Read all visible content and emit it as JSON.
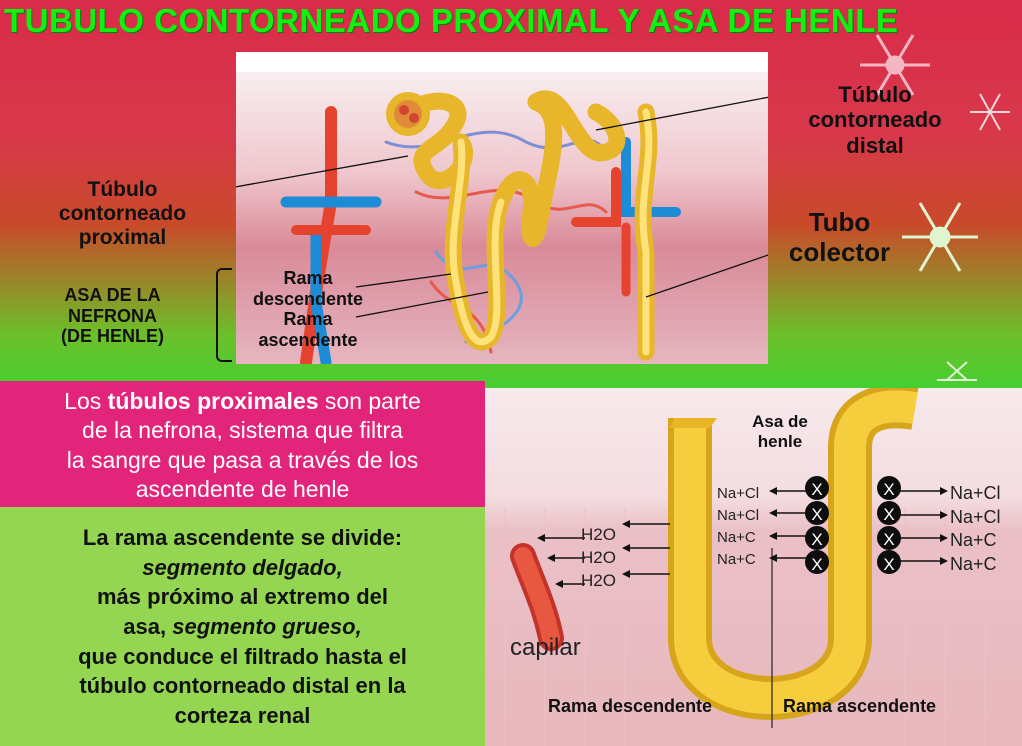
{
  "title": "TUBULO CONTORNEADO PROXIMAL Y ASA DE HENLE",
  "top_labels": {
    "tcd": [
      "Túbulo",
      "contorneado",
      "distal"
    ],
    "tcp": [
      "Túbulo",
      "contorneado",
      "proximal"
    ],
    "tubo": [
      "Tubo",
      "colector"
    ],
    "asa": [
      "ASA DE LA",
      "NEFRONA",
      "(DE HENLE)"
    ],
    "rama_desc": [
      "Rama",
      "descendente"
    ],
    "rama_asc": [
      "Rama",
      "ascendente"
    ]
  },
  "para1": {
    "l1a": "Los ",
    "l1b": "túbulos proximales",
    "l1c": " son parte",
    "l2": "de la nefrona, sistema que filtra",
    "l3": "la sangre que pasa a través de los",
    "l4": "ascendente de henle"
  },
  "para2": {
    "l1": "La rama ascendente se divide:",
    "l2": "segmento delgado,",
    "l3": "más próximo al extremo del",
    "l4a": "asa, ",
    "l4b": "segmento grueso,",
    "l5": "que conduce el filtrado hasta el",
    "l6": "túbulo contorneado distal en la",
    "l7": "corteza renal"
  },
  "loop_diagram": {
    "asa_title": [
      "Asa de",
      "henle"
    ],
    "left_ions": [
      "Na+Cl",
      "Na+Cl",
      "Na+C",
      "Na+C"
    ],
    "right_ions": [
      "Na+Cl",
      "Na+Cl",
      "Na+C",
      "Na+C"
    ],
    "x_mark": "X",
    "water": [
      "H2O",
      "H2O",
      "H2O"
    ],
    "capilar": "capilar",
    "rama_descendente": "Rama descendente",
    "rama_ascendente": "Rama ascendente"
  },
  "colors": {
    "title": "#12f012",
    "pink_box": "#e2257a",
    "green_box": "#94d651",
    "tubule": "#f3c93a"
  }
}
